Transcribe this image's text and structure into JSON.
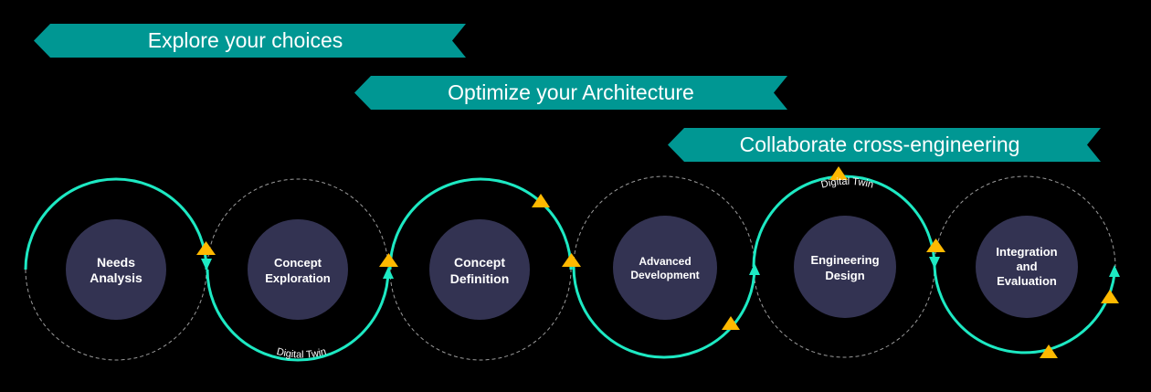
{
  "banners": [
    {
      "label": "Explore your choices"
    },
    {
      "label": "Optimize your Architecture"
    },
    {
      "label": "Collaborate cross-engineering"
    }
  ],
  "stages": [
    {
      "lines": [
        "Needs",
        "Analysis"
      ]
    },
    {
      "lines": [
        "Concept",
        "Exploration"
      ]
    },
    {
      "lines": [
        "Concept",
        "Definition"
      ]
    },
    {
      "lines": [
        "Advanced",
        "Development"
      ]
    },
    {
      "lines": [
        "Engineering",
        "Design"
      ]
    },
    {
      "lines": [
        "Integration",
        "and",
        "Evaluation"
      ]
    }
  ],
  "digital_twin_labels": [
    "Digital Twin",
    "Digital Twin"
  ],
  "colors": {
    "banner": "#009793",
    "path": "#1de9c3",
    "dashed": "#9a9a9a",
    "stage_fill": "#333352",
    "marker": "#ffb900",
    "background": "#000000"
  }
}
